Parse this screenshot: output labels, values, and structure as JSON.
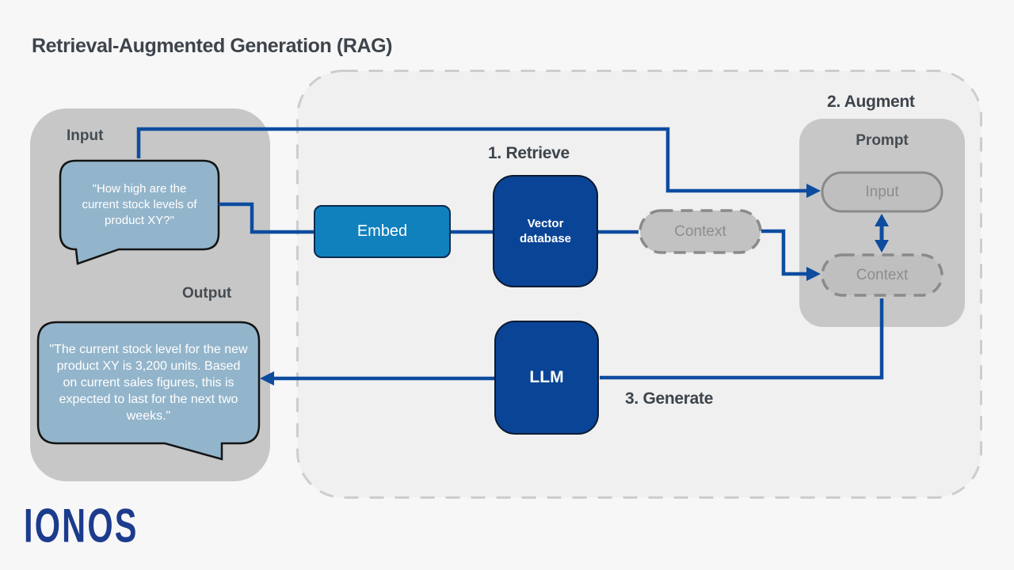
{
  "title": "Retrieval-Augmented Generation (RAG)",
  "left_panel": {
    "input_label": "Input",
    "input_bubble_text": "\"How high are the current stock levels of product XY?\"",
    "output_label": "Output",
    "output_bubble_text": "\"The current stock level for the new product XY is 3,200 units. Based on current sales figures, this is expected to last for the next two weeks.\""
  },
  "pipeline": {
    "step1_label": "1. Retrieve",
    "step2_label": "2. Augment",
    "step3_label": "3. Generate",
    "embed_label": "Embed",
    "vector_database_label": "Vector database",
    "context_label": "Context",
    "llm_label": "LLM",
    "prompt": {
      "title": "Prompt",
      "input_label": "Input",
      "context_label": "Context"
    }
  },
  "branding": {
    "logo_text": "IONOS"
  },
  "colors": {
    "page_background": "#f7f7f7",
    "container_fill": "#f0f0f0",
    "container_dash": "#cdcdcd",
    "panel_gray": "#c7c7c7",
    "oval_fill": "#bfbfbf",
    "oval_border": "#8a8a8a",
    "bubble_blue": "#93b5cb",
    "medium_blue": "#1181bd",
    "dark_blue": "#0a4496",
    "arrow_blue": "#0d4c9f",
    "heading_text": "#3d444b",
    "logo_blue": "#1c3b8d"
  }
}
